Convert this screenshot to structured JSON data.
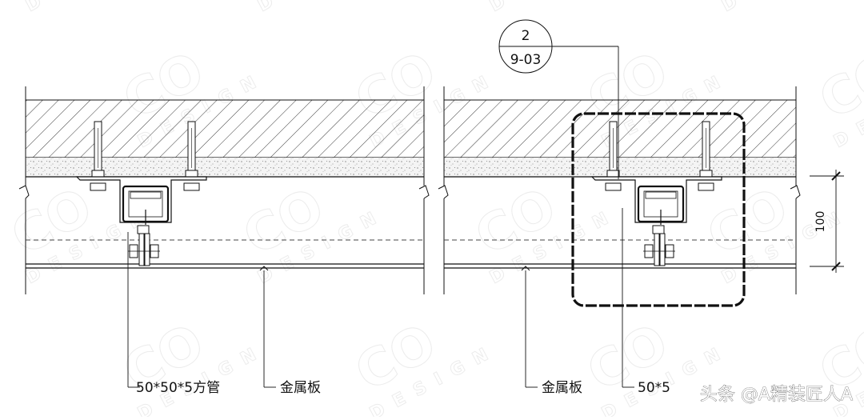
{
  "watermark": {
    "logo_text": "CO",
    "word": "DESIGN"
  },
  "callout": {
    "number": "2",
    "sheet": "9-03"
  },
  "dimension": {
    "value": "100"
  },
  "labels": {
    "tube": "50*50*5方管",
    "panel_left": "金属板",
    "panel_right": "金属板",
    "tube_right_partial": "50*5"
  },
  "source_watermark": "头条 @A精装匠人A",
  "colors": {
    "line": "#111111",
    "watermark": "#ececec",
    "detail_frame": "#111111"
  }
}
